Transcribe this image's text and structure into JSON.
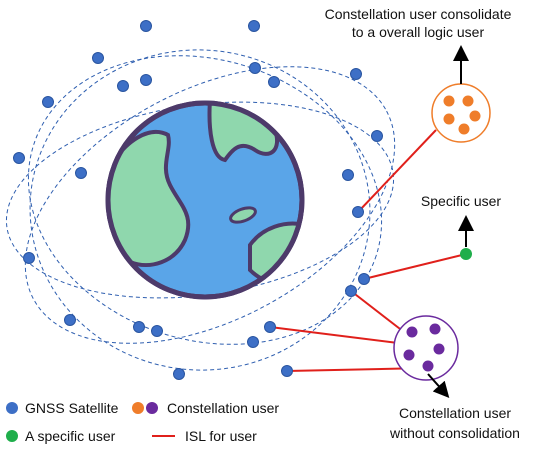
{
  "annotations": {
    "consolidate_line1": "Constellation user consolidate",
    "consolidate_line2": "to a overall logic user",
    "specific_user": "Specific user",
    "no_consolidation_line1": "Constellation user",
    "no_consolidation_line2": "without consolidation"
  },
  "legend": {
    "gnss_satellite": "GNSS Satellite",
    "constellation_user": "Constellation user",
    "specific_user": "A specific  user",
    "isl": "ISL for user"
  },
  "colors": {
    "satellite": "#3d6fc6",
    "constellation_orange": "#ef7d2a",
    "constellation_purple": "#6a2a9e",
    "specific_user": "#1fae4b",
    "isl": "#e0201b",
    "earth_ocean": "#5aa5e8",
    "earth_land": "#8fd7ad"
  }
}
